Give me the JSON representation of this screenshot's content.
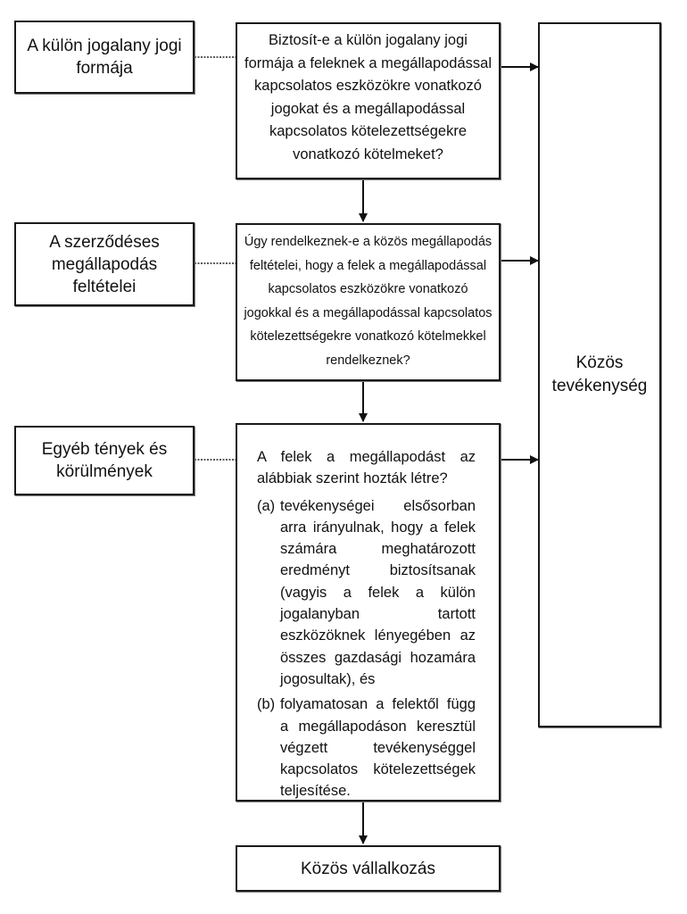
{
  "left": {
    "b1": "A külön jogalany jogi formája",
    "b2": "A szerződéses megállapodás feltételei",
    "b3": "Egyéb tények és körülmények"
  },
  "center": {
    "q1": "Biztosít-e a külön jogalany jogi formája a feleknek a megállapodással kapcsolatos eszközökre vonatkozó jogokat és a megállapodással kapcsolatos kötelezettségekre vonatkozó kötelmeket?",
    "q2": "Úgy rendelkeznek-e a közös megállapodás feltételei, hogy a felek a megállapodással kapcsolatos eszközökre vonatkozó jogokkal és a megállapodással kapcsolatos kötelezettségekre vonatkozó kötelmekkel rendelkeznek?",
    "q3_intro": "A felek a megállapodást az alábbiak szerint hozták létre?",
    "q3_a_marker": "(a)",
    "q3_a": "tevékenységei elsősorban arra irányulnak, hogy a felek számára meghatározott eredményt biztosítsanak (vagyis a felek a külön jogalanyban tartott eszközöknek lényegében az összes gazdasági hozamára jogosultak), és",
    "q3_b_marker": "(b)",
    "q3_b": "folyamatosan a felektől függ a megállapodáson keresztül végzett tevékenységgel kapcsolatos kötelezettségek teljesítése."
  },
  "outcomes": {
    "right": "Közös tevékenység",
    "bottom": "Közös vállalkozás"
  }
}
